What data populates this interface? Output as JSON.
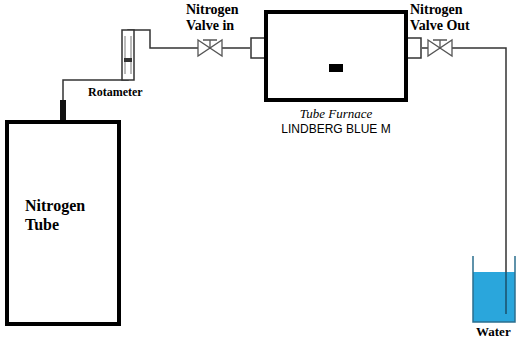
{
  "diagram": {
    "nodes": [
      {
        "text": [
          "Nitrogen Tube"
        ]
      },
      {
        "text": [
          "Tube Furnace",
          "LINDBERG BLUE M"
        ]
      }
    ],
    "edges": [
      {
        "from": 0,
        "to": 1,
        "arrow": "none"
      }
    ],
    "labels": [
      "Rotameter",
      "Nitrogen Valve in",
      "Nitrogen Valve Out",
      "Water"
    ]
  }
}
